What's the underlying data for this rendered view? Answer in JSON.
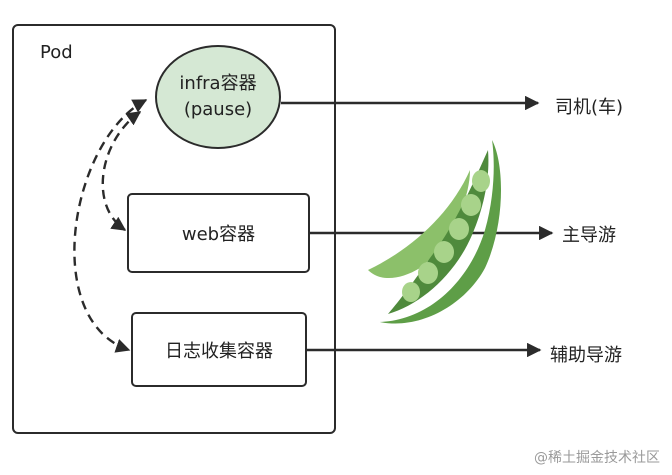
{
  "pod": {
    "label": "Pod"
  },
  "containers": {
    "infra": {
      "line1": "infra容器",
      "line2": "(pause)"
    },
    "web": {
      "label": "web容器"
    },
    "log": {
      "label": "日志收集容器"
    }
  },
  "targets": {
    "infra": "司机(车)",
    "web": "主导游",
    "log": "辅助导游"
  },
  "watermark": "@稀土掘金技术社区",
  "colors": {
    "infra_fill": "#d5e8d4",
    "stroke": "#2b2b2b",
    "pea_pod": "#6aa84f",
    "peas": "#a8d38a"
  }
}
